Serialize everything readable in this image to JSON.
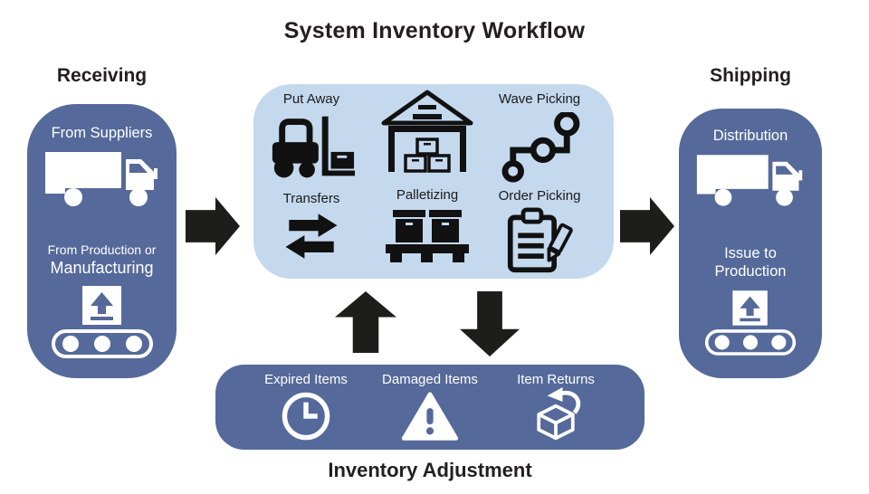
{
  "title": "System Inventory Workflow",
  "colors": {
    "panel_dark": "#55699a",
    "panel_light": "#c4d9ee",
    "arrow_black": "#1d1d1b",
    "heading_text": "#221f1f",
    "text_light": "#ffffff",
    "text_dark": "#1a1a1a",
    "background": "#ffffff"
  },
  "receiving": {
    "heading": "Receiving",
    "supplier_label": "From Suppliers",
    "production_label_line1": "From Production or",
    "production_label_line2": "Manufacturing"
  },
  "warehouse": {
    "put_away": "Put Away",
    "wave_picking": "Wave Picking",
    "transfers": "Transfers",
    "palletizing": "Palletizing",
    "order_picking": "Order Picking"
  },
  "shipping": {
    "heading": "Shipping",
    "distribution_label": "Distribution",
    "issue_label_line1": "Issue to",
    "issue_label_line2": "Production"
  },
  "adjustment": {
    "heading": "Inventory Adjustment",
    "expired_label": "Expired Items",
    "damaged_label": "Damaged Items",
    "returns_label": "Item Returns"
  },
  "icons": {
    "truck": "box delivery truck facing right",
    "conveyor": "package with up arrow on roller conveyor",
    "forklift": "forklift carrying box",
    "warehouse": "warehouse building with stacked boxes",
    "wave_picking": "route path connecting three nodes",
    "transfers": "two opposing horizontal arrows",
    "palletizing": "two boxes on a pallet",
    "order_picking": "clipboard checklist with pencil",
    "clock": "clock face",
    "warning": "warning triangle with exclamation mark",
    "box_return": "open box with curved return arrow",
    "flow_arrows": "thick black flow arrows right, up and down"
  }
}
